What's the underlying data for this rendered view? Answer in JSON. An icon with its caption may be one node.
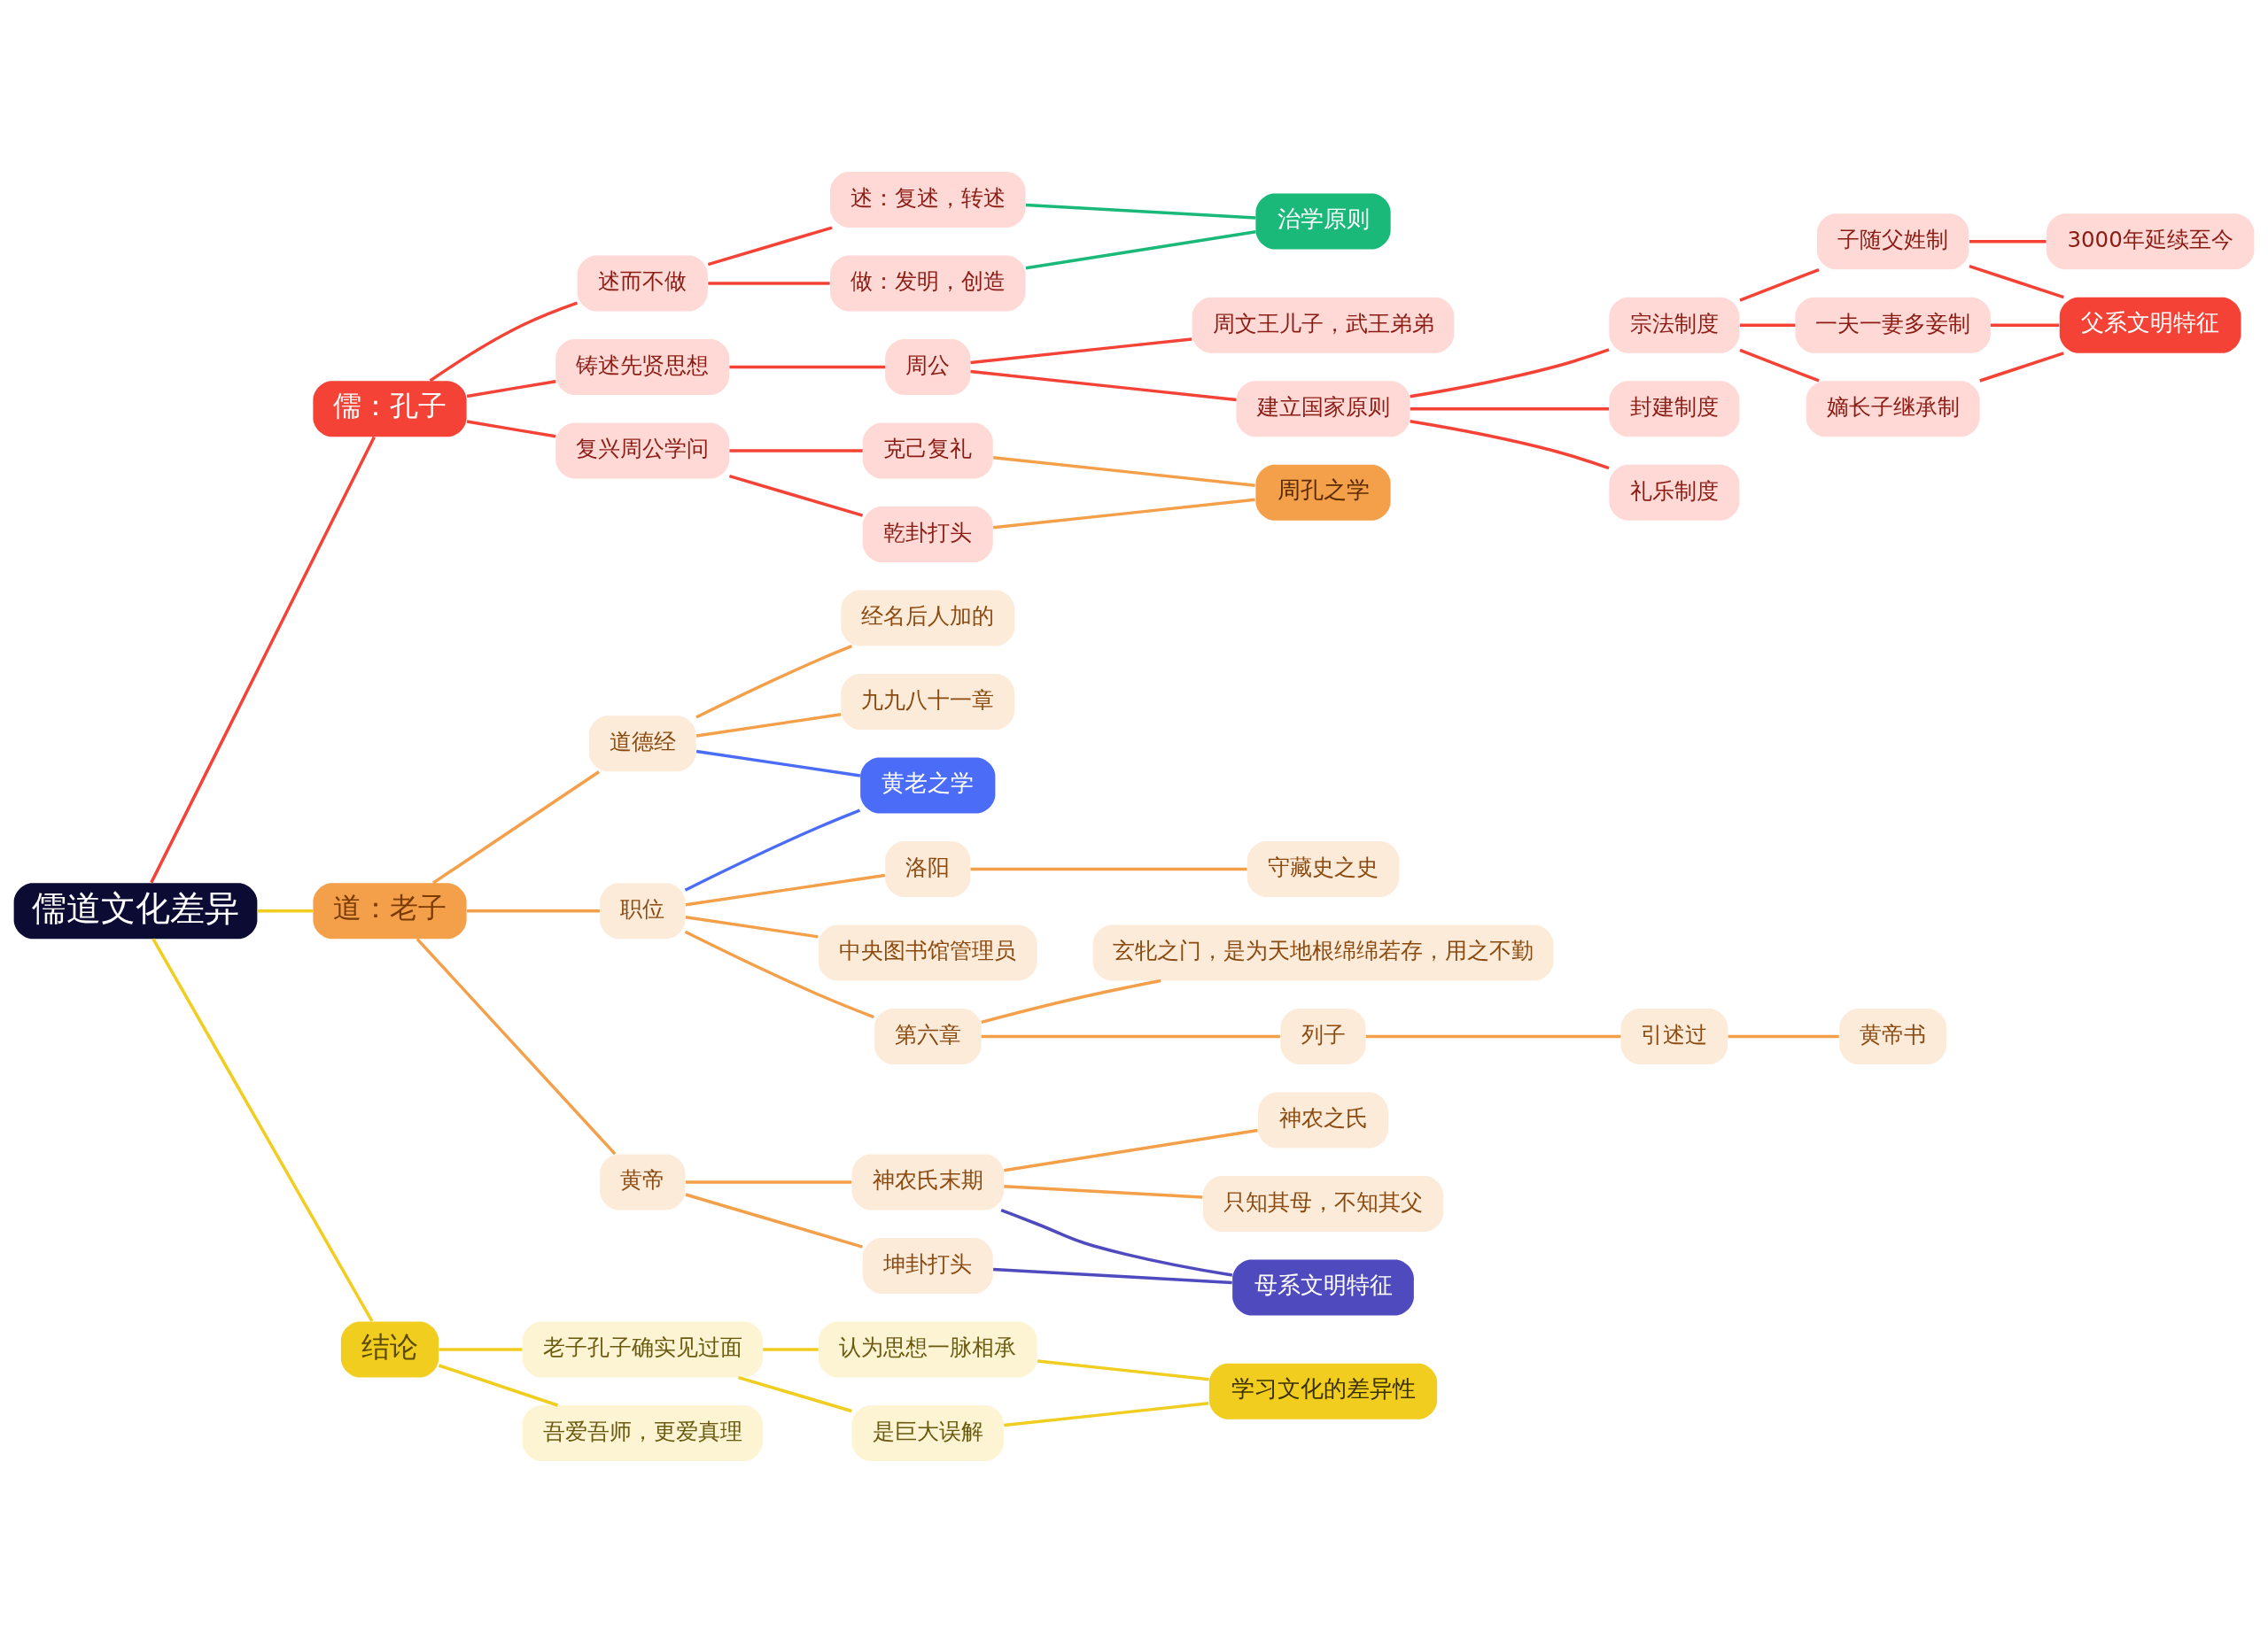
{
  "diagram": {
    "nodes": [
      {
        "text": [
          "儒道文化差异"
        ]
      },
      {
        "text": [
          "儒：孔子"
        ]
      },
      {
        "text": [
          "述而不做"
        ]
      },
      {
        "text": [
          "述：复述，转述"
        ]
      },
      {
        "text": [
          "做：发明，创造"
        ]
      },
      {
        "text": [
          "治学原则"
        ]
      },
      {
        "text": [
          "铸述先贤思想"
        ]
      },
      {
        "text": [
          "周公"
        ]
      },
      {
        "text": [
          "周文王儿子，武王弟弟"
        ]
      },
      {
        "text": [
          "建立国家原则"
        ]
      },
      {
        "text": [
          "宗法制度"
        ]
      },
      {
        "text": [
          "子随父姓制"
        ]
      },
      {
        "text": [
          "3000年延续至今"
        ]
      },
      {
        "text": [
          "一夫一妻多妾制"
        ]
      },
      {
        "text": [
          "嫡长子继承制"
        ]
      },
      {
        "text": [
          "父系文明特征"
        ]
      },
      {
        "text": [
          "封建制度"
        ]
      },
      {
        "text": [
          "礼乐制度"
        ]
      },
      {
        "text": [
          "复兴周公学问"
        ]
      },
      {
        "text": [
          "克己复礼"
        ]
      },
      {
        "text": [
          "乾卦打头"
        ]
      },
      {
        "text": [
          "周孔之学"
        ]
      },
      {
        "text": [
          "道：老子"
        ]
      },
      {
        "text": [
          "道德经"
        ]
      },
      {
        "text": [
          "经名后人加的"
        ]
      },
      {
        "text": [
          "九九八十一章"
        ]
      },
      {
        "text": [
          "职位"
        ]
      },
      {
        "text": [
          "洛阳"
        ]
      },
      {
        "text": [
          "守藏史之史"
        ]
      },
      {
        "text": [
          "中央图书馆管理员"
        ]
      },
      {
        "text": [
          "第六章"
        ]
      },
      {
        "text": [
          "玄牝之门，是为天地根绵绵若存，用之不勤"
        ]
      },
      {
        "text": [
          "列子"
        ]
      },
      {
        "text": [
          "引述过"
        ]
      },
      {
        "text": [
          "黄帝书"
        ]
      },
      {
        "text": [
          "黄老之学"
        ]
      },
      {
        "text": [
          "黄帝"
        ]
      },
      {
        "text": [
          "神农氏末期"
        ]
      },
      {
        "text": [
          "神农之氏"
        ]
      },
      {
        "text": [
          "只知其母，不知其父"
        ]
      },
      {
        "text": [
          "坤卦打头"
        ]
      },
      {
        "text": [
          "母系文明特征"
        ]
      },
      {
        "text": [
          "结论"
        ]
      },
      {
        "text": [
          "老子孔子确实见过面"
        ]
      },
      {
        "text": [
          "认为思想一脉相承"
        ]
      },
      {
        "text": [
          "是巨大误解"
        ]
      },
      {
        "text": [
          "吾爱吾师，更爱真理"
        ]
      },
      {
        "text": [
          "学习文化的差异性"
        ]
      }
    ],
    "edges": [
      {
        "from": 0,
        "to": 1,
        "arrow": "none",
        "color": "#f44336"
      },
      {
        "from": 1,
        "to": 2,
        "arrow": "none",
        "color": "#f44336"
      },
      {
        "from": 2,
        "to": 3,
        "arrow": "none",
        "color": "#f44336"
      },
      {
        "from": 2,
        "to": 4,
        "arrow": "none",
        "color": "#f44336"
      },
      {
        "from": 3,
        "to": 5,
        "arrow": "none",
        "color": "#1ab97a"
      },
      {
        "from": 4,
        "to": 5,
        "arrow": "none",
        "color": "#1ab97a"
      },
      {
        "from": 1,
        "to": 6,
        "arrow": "none",
        "color": "#f44336"
      },
      {
        "from": 6,
        "to": 7,
        "arrow": "none",
        "color": "#f44336"
      },
      {
        "from": 7,
        "to": 8,
        "arrow": "none",
        "color": "#f44336"
      },
      {
        "from": 7,
        "to": 9,
        "arrow": "none",
        "color": "#f44336"
      },
      {
        "from": 9,
        "to": 10,
        "arrow": "none",
        "color": "#f44336"
      },
      {
        "from": 10,
        "to": 11,
        "arrow": "none",
        "color": "#f44336"
      },
      {
        "from": 11,
        "to": 12,
        "arrow": "none",
        "color": "#f44336"
      },
      {
        "from": 10,
        "to": 13,
        "arrow": "none",
        "color": "#f44336"
      },
      {
        "from": 10,
        "to": 14,
        "arrow": "none",
        "color": "#f44336"
      },
      {
        "from": 11,
        "to": 15,
        "arrow": "none",
        "color": "#f44336"
      },
      {
        "from": 13,
        "to": 15,
        "arrow": "none",
        "color": "#f44336"
      },
      {
        "from": 14,
        "to": 15,
        "arrow": "none",
        "color": "#f44336"
      },
      {
        "from": 9,
        "to": 16,
        "arrow": "none",
        "color": "#f44336"
      },
      {
        "from": 9,
        "to": 17,
        "arrow": "none",
        "color": "#f44336"
      },
      {
        "from": 1,
        "to": 18,
        "arrow": "none",
        "color": "#f44336"
      },
      {
        "from": 18,
        "to": 19,
        "arrow": "none",
        "color": "#f44336"
      },
      {
        "from": 18,
        "to": 20,
        "arrow": "none",
        "color": "#f44336"
      },
      {
        "from": 19,
        "to": 21,
        "arrow": "none",
        "color": "#f4a04a"
      },
      {
        "from": 20,
        "to": 21,
        "arrow": "none",
        "color": "#f4a04a"
      },
      {
        "from": 0,
        "to": 22,
        "arrow": "none",
        "color": "#f0cd1e"
      },
      {
        "from": 22,
        "to": 23,
        "arrow": "none",
        "color": "#f4a04a"
      },
      {
        "from": 23,
        "to": 24,
        "arrow": "none",
        "color": "#f4a04a"
      },
      {
        "from": 23,
        "to": 25,
        "arrow": "none",
        "color": "#f4a04a"
      },
      {
        "from": 22,
        "to": 26,
        "arrow": "none",
        "color": "#f4a04a"
      },
      {
        "from": 26,
        "to": 27,
        "arrow": "none",
        "color": "#f4a04a"
      },
      {
        "from": 27,
        "to": 28,
        "arrow": "none",
        "color": "#f4a04a"
      },
      {
        "from": 26,
        "to": 29,
        "arrow": "none",
        "color": "#f4a04a"
      },
      {
        "from": 26,
        "to": 30,
        "arrow": "none",
        "color": "#f4a04a"
      },
      {
        "from": 30,
        "to": 31,
        "arrow": "none",
        "color": "#f4a04a"
      },
      {
        "from": 30,
        "to": 32,
        "arrow": "none",
        "color": "#f4a04a"
      },
      {
        "from": 32,
        "to": 33,
        "arrow": "none",
        "color": "#f4a04a"
      },
      {
        "from": 33,
        "to": 34,
        "arrow": "none",
        "color": "#f4a04a"
      },
      {
        "from": 23,
        "to": 35,
        "arrow": "none",
        "color": "#4a6cf7"
      },
      {
        "from": 26,
        "to": 35,
        "arrow": "none",
        "color": "#4a6cf7"
      },
      {
        "from": 22,
        "to": 36,
        "arrow": "none",
        "color": "#f4a04a"
      },
      {
        "from": 36,
        "to": 37,
        "arrow": "none",
        "color": "#f4a04a"
      },
      {
        "from": 37,
        "to": 38,
        "arrow": "none",
        "color": "#f4a04a"
      },
      {
        "from": 37,
        "to": 39,
        "arrow": "none",
        "color": "#f4a04a"
      },
      {
        "from": 36,
        "to": 40,
        "arrow": "none",
        "color": "#f4a04a"
      },
      {
        "from": 37,
        "to": 41,
        "arrow": "none",
        "color": "#4f4bbf"
      },
      {
        "from": 40,
        "to": 41,
        "arrow": "none",
        "color": "#4f4bbf"
      },
      {
        "from": 0,
        "to": 42,
        "arrow": "none",
        "color": "#f0cd1e"
      },
      {
        "from": 42,
        "to": 43,
        "arrow": "none",
        "color": "#f0cd1e"
      },
      {
        "from": 43,
        "to": 44,
        "arrow": "none",
        "color": "#f0cd1e"
      },
      {
        "from": 43,
        "to": 45,
        "arrow": "none",
        "color": "#f0cd1e"
      },
      {
        "from": 42,
        "to": 46,
        "arrow": "none",
        "color": "#f0cd1e"
      },
      {
        "from": 44,
        "to": 47,
        "arrow": "none",
        "color": "#f0cd1e"
      },
      {
        "from": 45,
        "to": 47,
        "arrow": "none",
        "color": "#f0cd1e"
      }
    ]
  }
}
